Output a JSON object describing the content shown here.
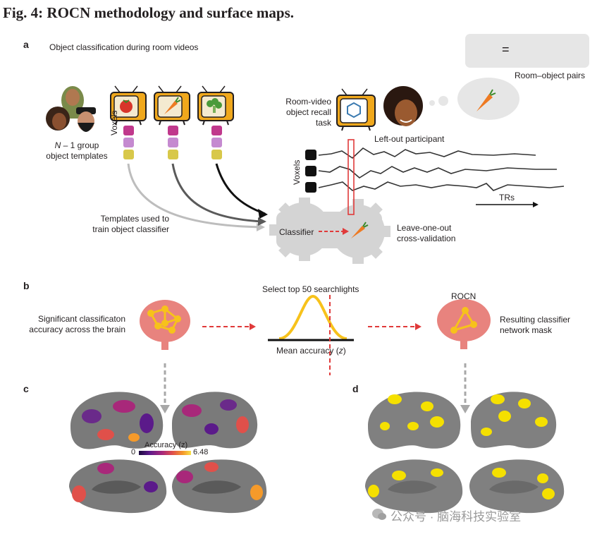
{
  "figure": {
    "title": "Fig. 4: ROCN methodology and surface maps."
  },
  "panel_a": {
    "label": "a",
    "heading": "Object classification during room videos",
    "group_templates": [
      "N",
      " – 1 group",
      "object templates"
    ],
    "voxels_label": "Voxels",
    "templates_caption": [
      "Templates used to",
      "train object classifier"
    ],
    "classifier_label": "Classifier",
    "loo_caption": [
      "Leave-one-out",
      "cross-validation"
    ],
    "recall_task": [
      "Room-video",
      "object recall",
      "task"
    ],
    "left_out": "Left-out participant",
    "trs_label": "TRs",
    "pairs_equals": "=",
    "pairs_caption": "Room–object pairs"
  },
  "panel_b": {
    "label": "b",
    "left_caption": [
      "Significant classificaton",
      "accuracy across the brain"
    ],
    "top_caption": "Select top 50 searchlights",
    "axis_caption_main": "Mean accuracy (",
    "axis_caption_var": "z",
    "axis_caption_end": ")",
    "rocn_label": "ROCN",
    "right_caption": [
      "Resulting classifier",
      "network mask"
    ]
  },
  "panel_c": {
    "label": "c",
    "colorbar_title": "Accuracy (z)",
    "colorbar_min": "0",
    "colorbar_max": "6.48",
    "colorbar_colors": [
      "#1a0a3c",
      "#5b1a8a",
      "#a8287a",
      "#e0504a",
      "#f59a2a",
      "#f8e24a"
    ]
  },
  "panel_d": {
    "label": "d"
  },
  "watermark": {
    "text": "公众号 · 脑海科技实验室"
  },
  "colors": {
    "tv_orange": "#f0a81c",
    "voxel_magenta": "#c0388c",
    "voxel_lilac": "#c58ad0",
    "voxel_yellow": "#d8c84a",
    "gear_gray": "#d4d4d4",
    "dashed_red": "#e03a3a",
    "brain_pink": "#e8837e",
    "network_yellow": "#f7c21b",
    "cortex_gray": "#808080",
    "roi_yellow": "#f5e000"
  }
}
